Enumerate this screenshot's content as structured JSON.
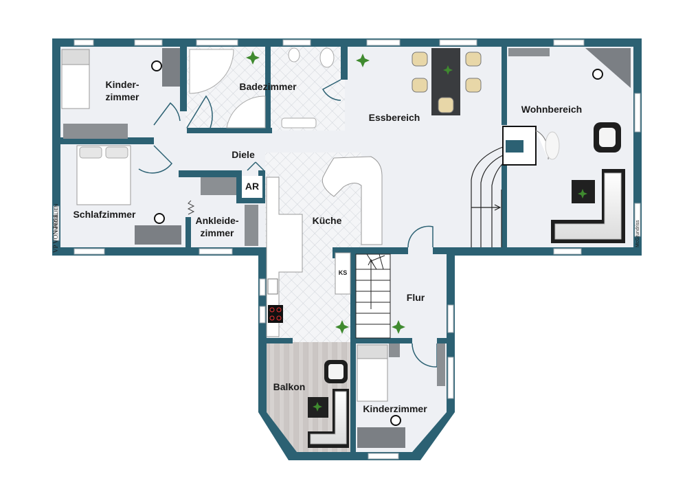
{
  "rooms": {
    "kinderzimmer_1": [
      "Kinder-",
      "zimmer"
    ],
    "badezimmer": "Badezimmer",
    "essbereich": "Essbereich",
    "wohnbereich": "Wohnbereich",
    "diele": "Diele",
    "ar": "AR",
    "schlafzimmer": "Schlafzimmer",
    "ankleidezimmer": [
      "Ankleide-",
      "zimmer"
    ],
    "kueche": "Küche",
    "flur": "Flur",
    "balkon": "Balkon",
    "kinderzimmer_2": "Kinderzimmer",
    "ks": "KS"
  },
  "branding": {
    "logo": "VP VON POLL",
    "logo_sub": "IMMOBILIEN",
    "credit": "McGrundriss"
  },
  "colors": {
    "wall": "#2c6173",
    "floor": "#eef0f4",
    "balcony": "#c9c5c3",
    "tile": "#d0d4da",
    "furniture": "#6e7276",
    "plant": "#3f8a2f"
  }
}
